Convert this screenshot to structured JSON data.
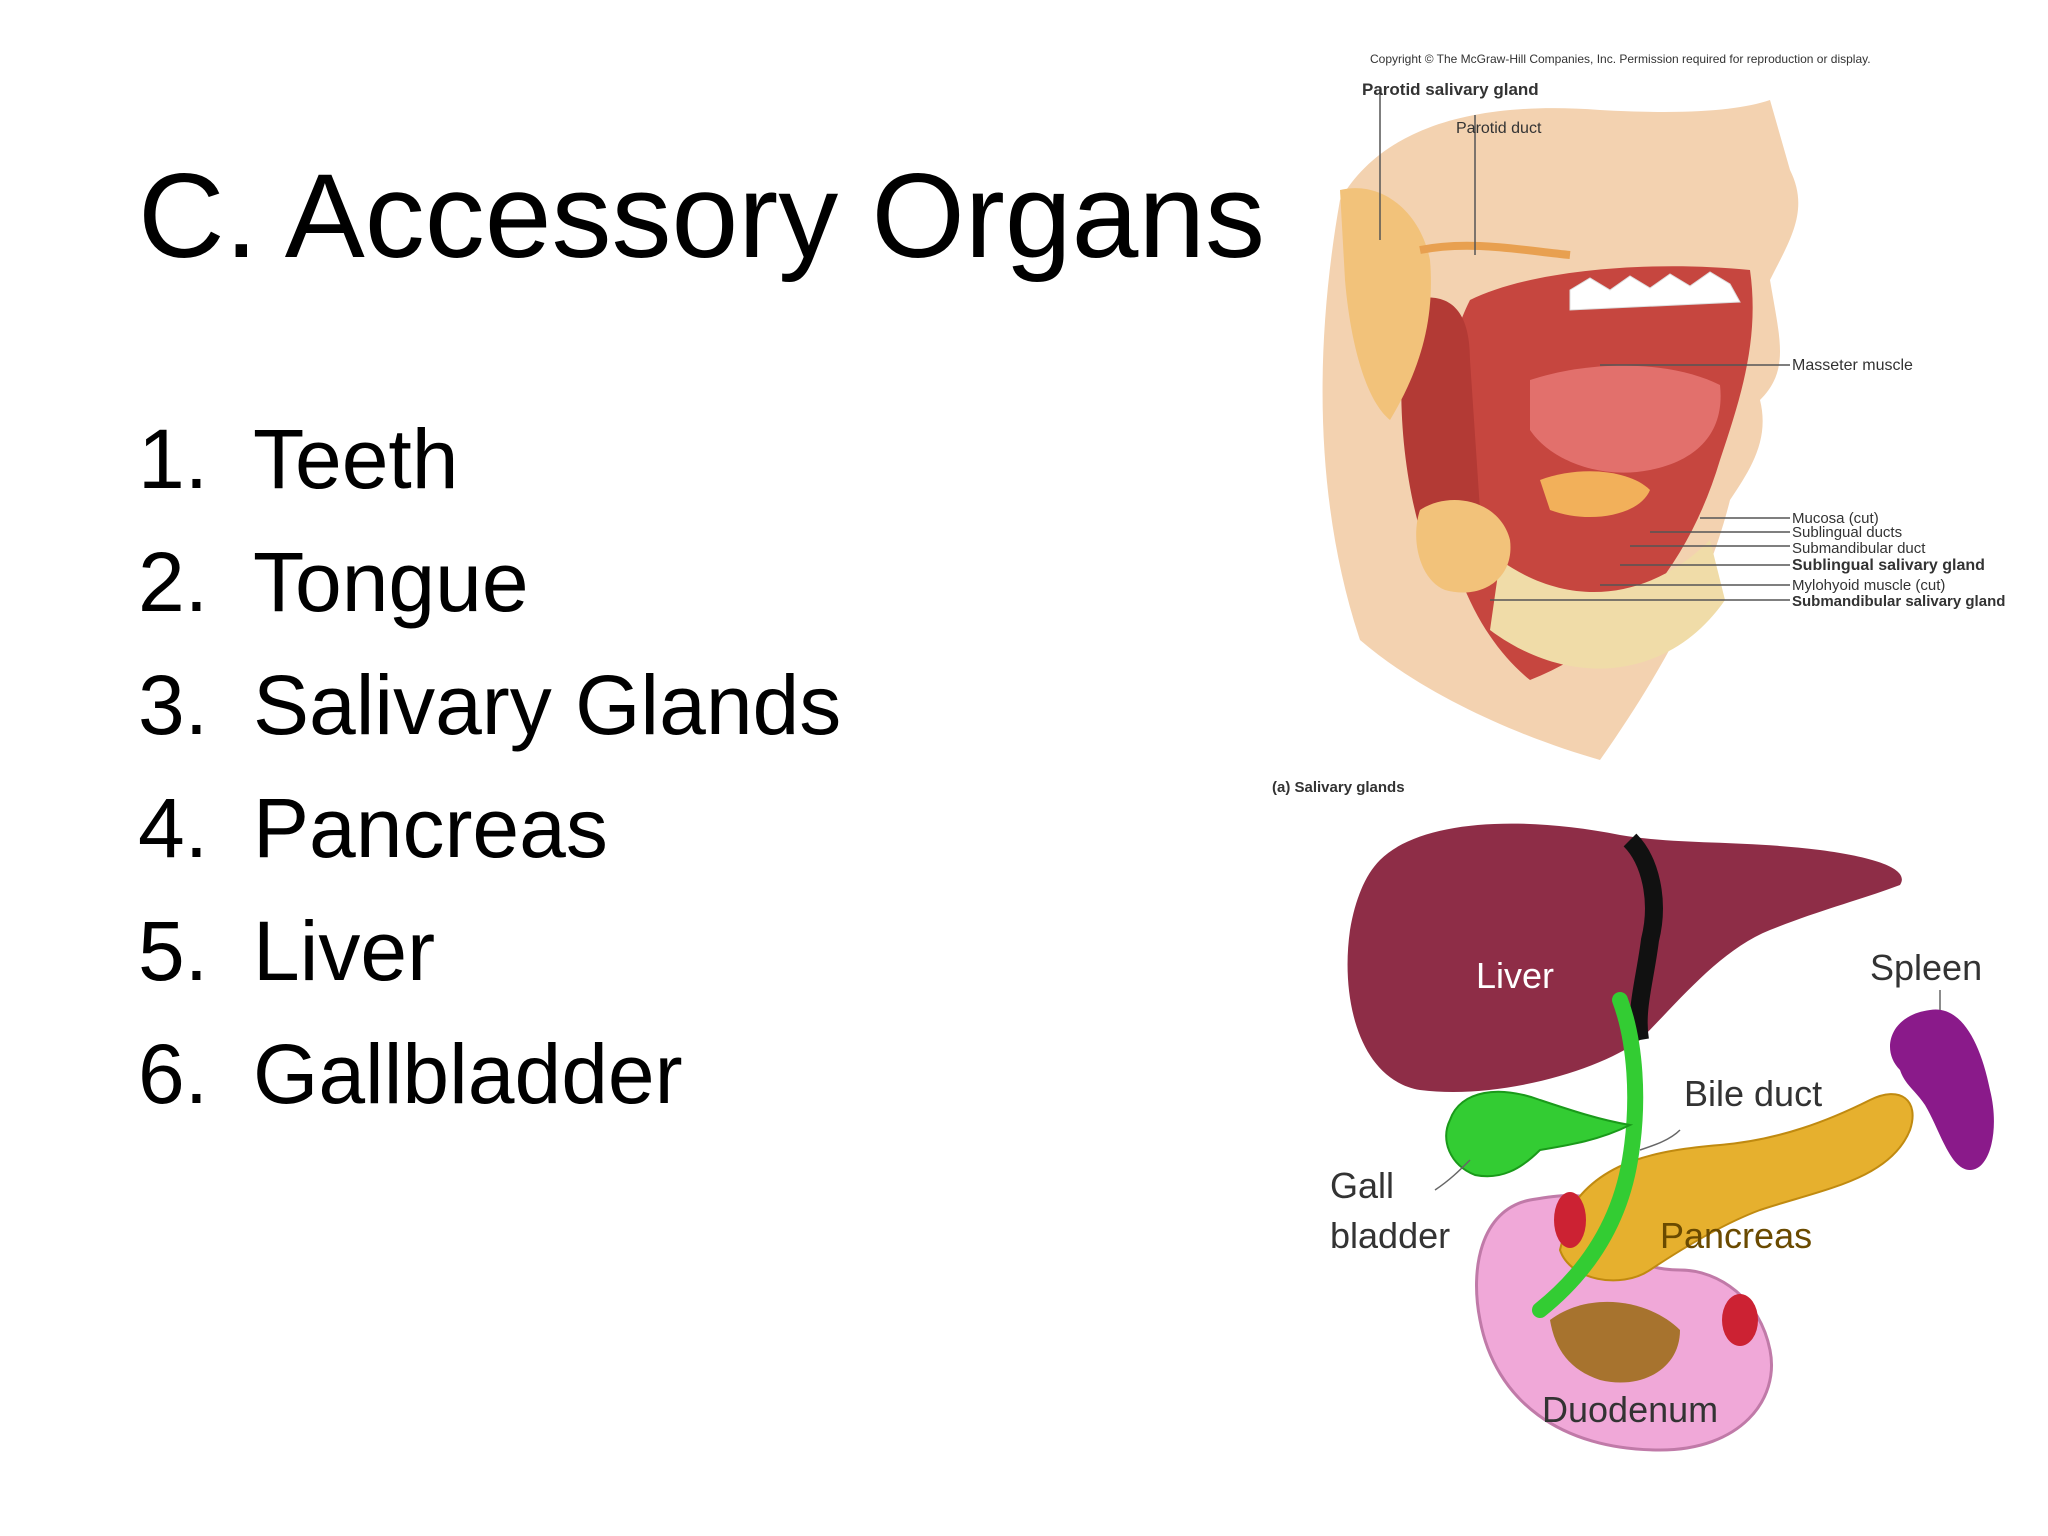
{
  "slide": {
    "title": "C. Accessory Organs",
    "items": [
      {
        "num": "1.",
        "label": "Teeth"
      },
      {
        "num": "2.",
        "label": "Tongue"
      },
      {
        "num": "3.",
        "label": "Salivary Glands"
      },
      {
        "num": "4.",
        "label": "Pancreas"
      },
      {
        "num": "5.",
        "label": "Liver"
      },
      {
        "num": "6.",
        "label": "Gallbladder"
      }
    ]
  },
  "salivary_figure": {
    "copyright": "Copyright © The McGraw-Hill Companies, Inc. Permission required for reproduction or display.",
    "caption": "(a) Salivary glands",
    "labels": {
      "parotid_gland": "Parotid salivary gland",
      "parotid_duct": "Parotid duct",
      "masseter": "Masseter muscle",
      "mucosa": "Mucosa (cut)",
      "sublingual_ducts": "Sublingual ducts",
      "submandibular_duct": "Submandibular duct",
      "sublingual_gland": "Sublingual salivary gland",
      "mylohyoid": "Mylohyoid muscle (cut)",
      "submandibular_gland": "Submandibular salivary gland"
    }
  },
  "digestive_figure": {
    "labels": {
      "liver": "Liver",
      "spleen": "Spleen",
      "bile_duct": "Bile duct",
      "gall": "Gall",
      "bladder": "bladder",
      "pancreas": "Pancreas",
      "duodenum": "Duodenum"
    }
  },
  "colors": {
    "liver": "#8e2d47",
    "gallbladder": "#33cc33",
    "pancreas": "#e6b02e",
    "duodenum": "#f0a8d8",
    "spleen": "#8a1a8a",
    "skin": "#f3d2b0",
    "muscle": "#c6463f",
    "gland": "#f2c27a"
  }
}
